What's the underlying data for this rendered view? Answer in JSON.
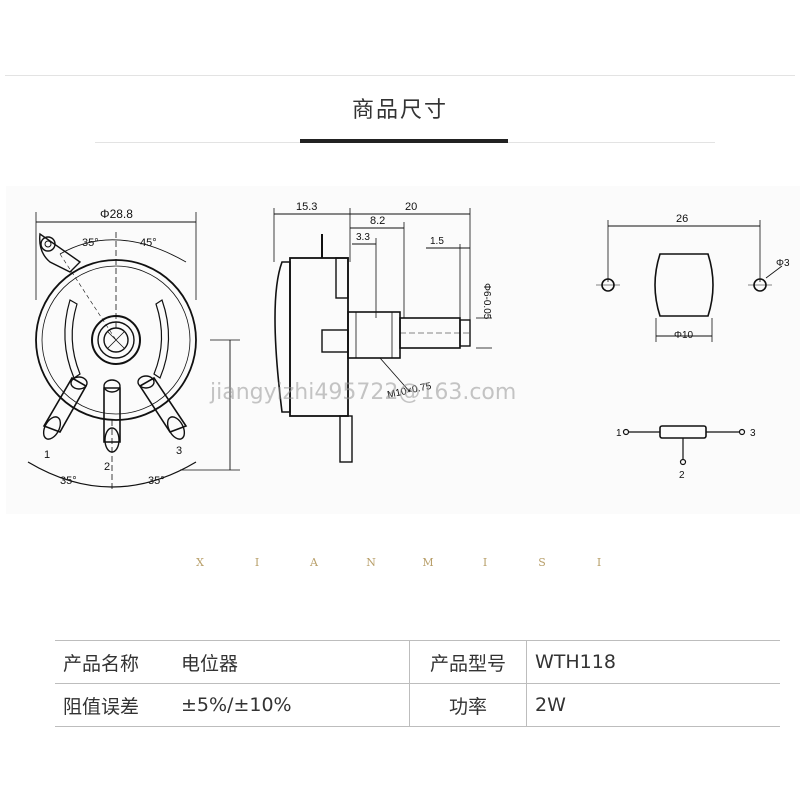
{
  "header": {
    "title": "商品尺寸"
  },
  "drawing": {
    "front_view": {
      "diameter": "Φ28.8",
      "angle_top_left": "35°",
      "angle_top_right": "45°",
      "angle_bottom_left": "35°",
      "angle_bottom_right": "35°",
      "terminal_1": "1",
      "terminal_2": "2",
      "terminal_3": "3"
    },
    "side_view": {
      "dim_body": "15.3",
      "dim_total": "20",
      "dim_bushing": "8.2",
      "dim_flat": "3.3",
      "dim_tip": "1.5",
      "dim_shaft": "Φ6-0.05",
      "thread": "M10×0.75"
    },
    "panel_cutout": {
      "dim_width": "26",
      "dim_hole": "Φ3",
      "dim_center": "Φ10"
    },
    "schematic": {
      "pin_1": "1",
      "pin_2": "2",
      "pin_3": "3"
    }
  },
  "watermark": "jiangyizhi495722@163.com",
  "brand_letters": [
    "X",
    "I",
    "A",
    "N",
    "M",
    "I",
    "S",
    "I"
  ],
  "specs": {
    "rows": [
      {
        "k1": "产品名称",
        "v1": "电位器",
        "k2": "产品型号",
        "v2": "WTH118"
      },
      {
        "k1": "阻值误差",
        "v1": "±5%/±10%",
        "k2": "功率",
        "v2": "2W"
      }
    ]
  }
}
